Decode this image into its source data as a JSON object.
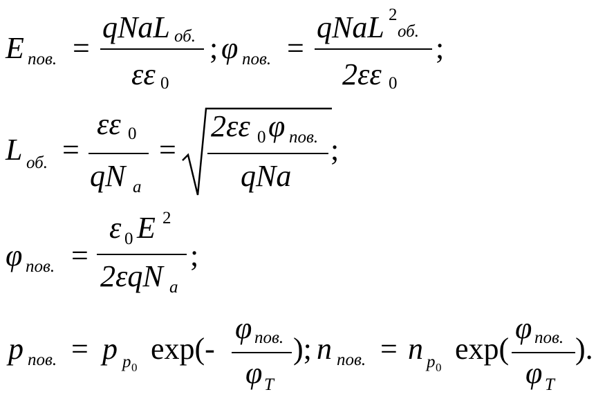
{
  "eq1": {
    "E": "E",
    "sub_pov": "пов.",
    "eq": "=",
    "num": "qNaL",
    "num_sub": "об.",
    "den": "εε",
    "den_sub": "0",
    "sep": ";",
    "phi": "φ",
    "sub_pov2": "пов.",
    "eq2": "=",
    "num2": "qNaL",
    "num2_sup": "2",
    "num2_sub": "об.",
    "den2": "2εε",
    "den2_sub": "0",
    "end": ";"
  },
  "eq2": {
    "L": "L",
    "sub_ob": "об.",
    "eq": "=",
    "num": "εε",
    "num_sub": "0",
    "den": "qN",
    "den_sub": "a",
    "eq2": "=",
    "rnum": "2εε",
    "rnum_sub": "0",
    "rnum_phi": "φ",
    "rnum_phi_sub": "пов.",
    "rden": "qNa",
    "end": ";"
  },
  "eq3": {
    "phi": "φ",
    "sub_pov": "пов.",
    "eq": "=",
    "num_eps": "ε",
    "num_eps_sub": "0",
    "num_E": "E",
    "num_sup": "2",
    "den": "2εqN",
    "den_sub": "a",
    "end": ";"
  },
  "eq4": {
    "p": "p",
    "sub_pov": "пов.",
    "eq": "=",
    "p0": "p",
    "p0_sub": "p",
    "p0_sub2": "0",
    "exp": "exp(-",
    "num": "φ",
    "num_sub": "пов.",
    "den": "φ",
    "den_sub": "T",
    "close": ");",
    "n": "n",
    "n_sub": "пов.",
    "eq2": "=",
    "n0": "n",
    "n0_sub": "p",
    "n0_sub2": "0",
    "exp2": "exp(",
    "num2": "φ",
    "num2_sub": "пов.",
    "den2": "φ",
    "den2_sub": "T",
    "close2": ")."
  }
}
